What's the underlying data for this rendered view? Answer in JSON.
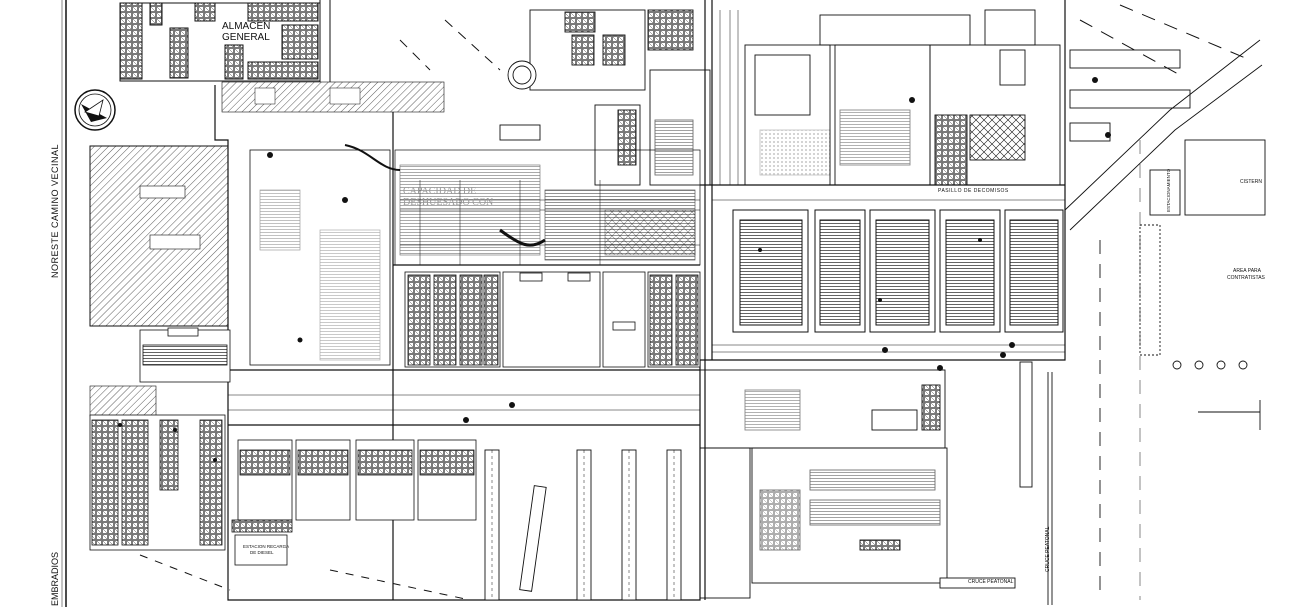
{
  "drawing": {
    "road_label_left": "NORESTE  CAMINO VECINAL",
    "road_label_left_bottom": "EMBRADIOS",
    "warehouse_label": "ALMACEN\nGENERAL",
    "warehouse_line1": "ALMACEN",
    "warehouse_line2": "GENERAL",
    "faded_center_line1": "CAPACIDAD DE",
    "faded_center_line2": "DESHUESADO CON",
    "corridor_label": "PASILLO DE DECOMISOS",
    "crossing_label": "CRUCE PEATONAL",
    "right_vertical_label": "CRUCE PEATONAL",
    "contractor_area_line1": "AREA PARA",
    "contractor_area_line2": "CONTRATISTAS",
    "cistern_label": "CISTERN",
    "emergency_label": "ESTACION RECARGA",
    "emergency_label2": "DE DIESEL",
    "right_boxed_vertical": "ESTACIONAMIENTO"
  },
  "palette": {
    "ink": "#111111",
    "hatch": "#444444",
    "paper": "#ffffff",
    "faded": "#9a9a9a"
  },
  "icons": {
    "north_arrow": "north-arrow-icon"
  }
}
